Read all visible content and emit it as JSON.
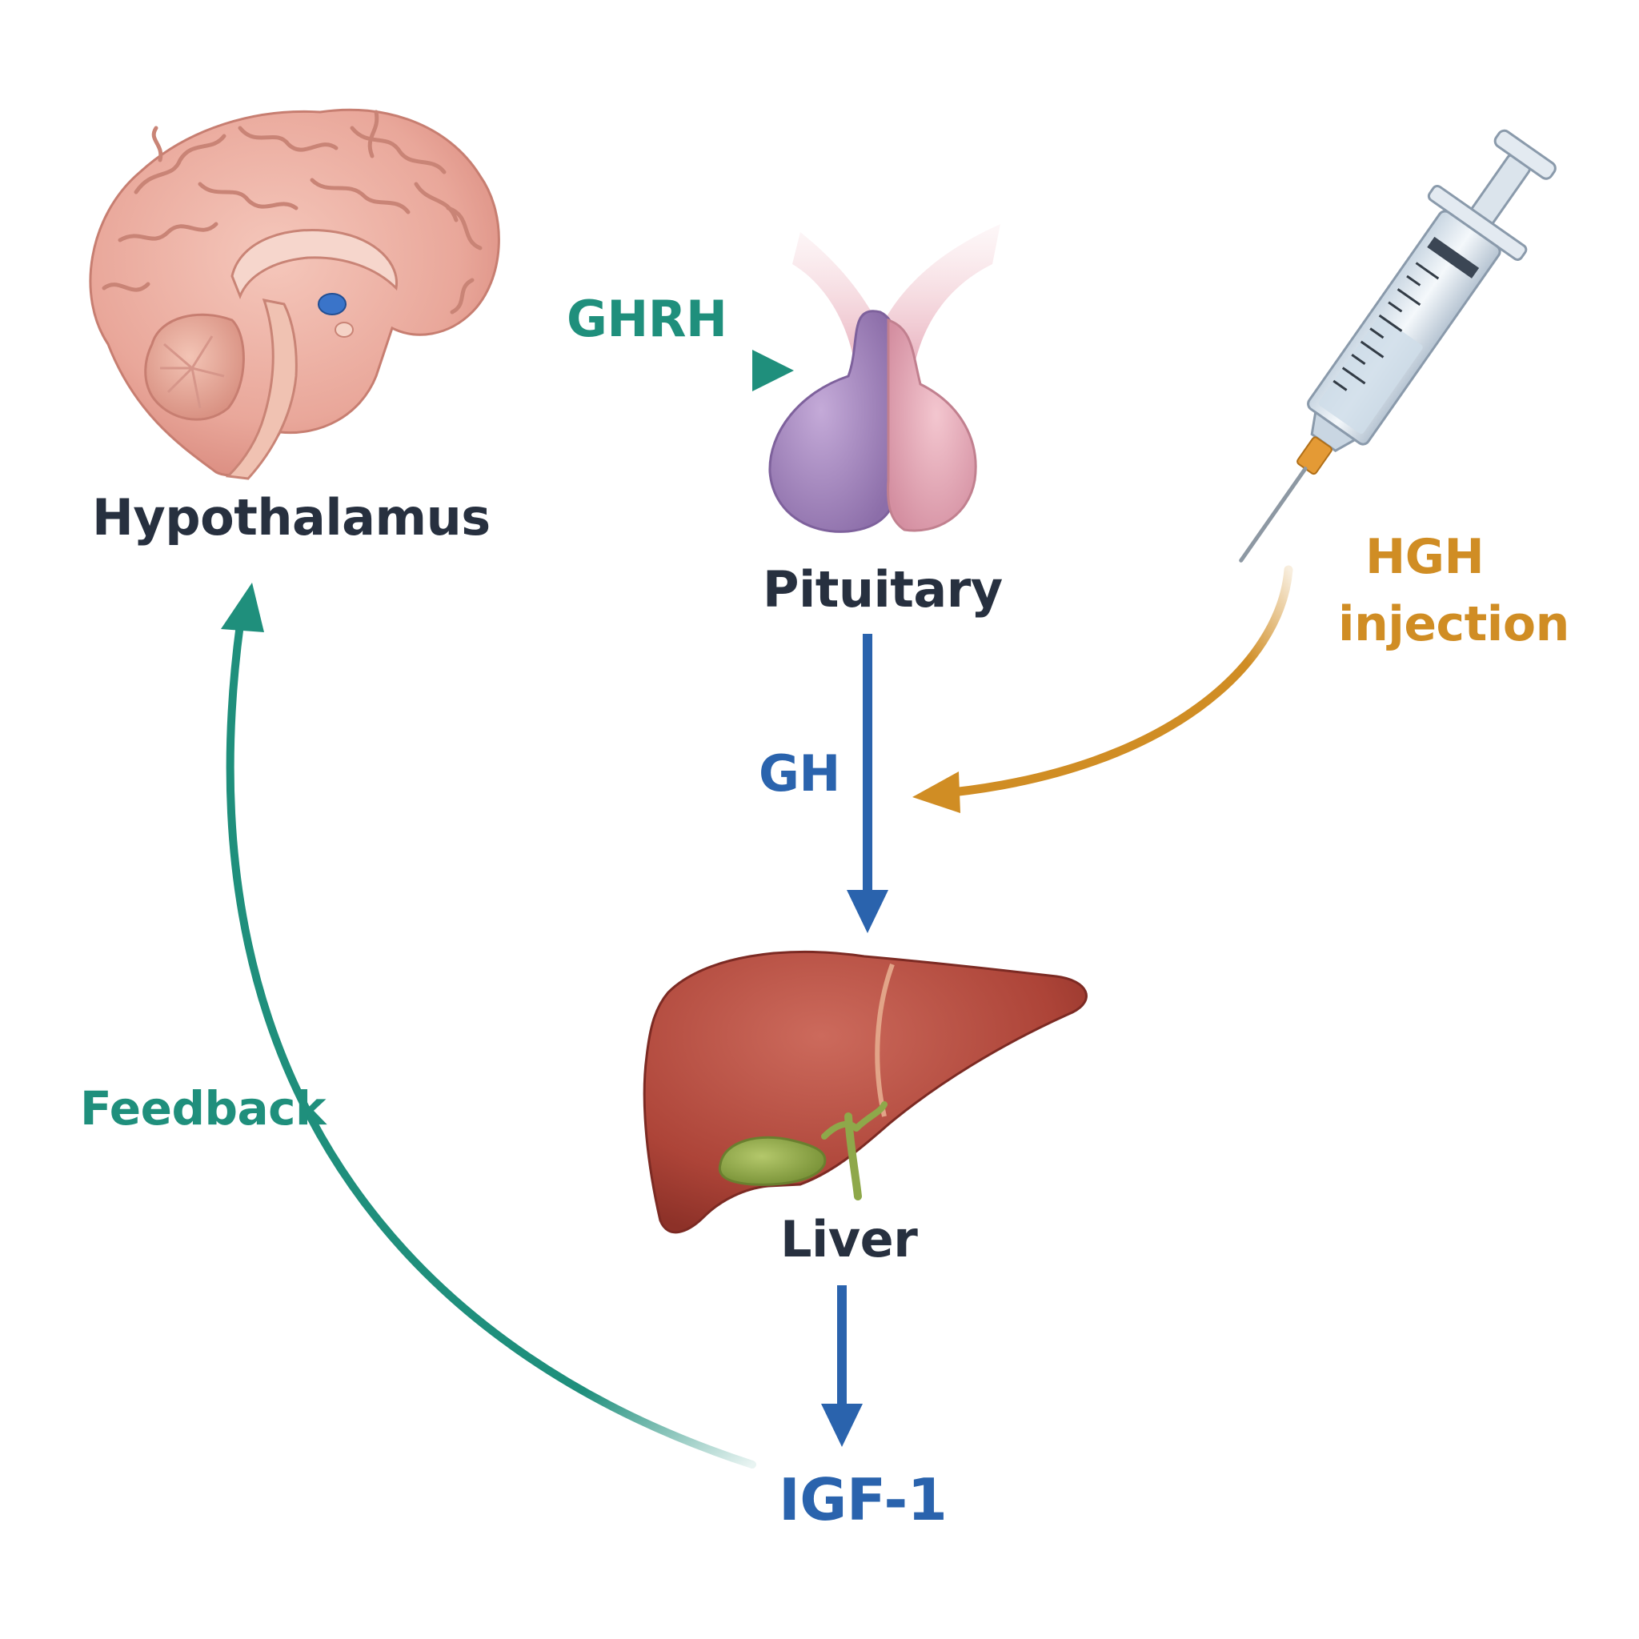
{
  "labels": {
    "hypothalamus": "Hypothalamus",
    "pituitary": "Pituitary",
    "liver": "Liver",
    "ghrh": "GHRH",
    "gh": "GH",
    "igf1": "IGF-1",
    "feedback": "Feedback",
    "hgh": "HGH",
    "injection": "injection"
  },
  "colors": {
    "teal": "#1f8f7c",
    "blue": "#2a63ad",
    "orange": "#d08d24",
    "dark_text": "#27303f",
    "brain": "#e9a79a",
    "pituitary_left": "#a98bc3",
    "pituitary_right": "#e6a9b8",
    "liver": "#b24a3f",
    "gallbladder": "#8ea84a"
  },
  "icons": [
    "brain-illustration",
    "pituitary-gland-illustration",
    "syringe-icon",
    "liver-illustration"
  ]
}
